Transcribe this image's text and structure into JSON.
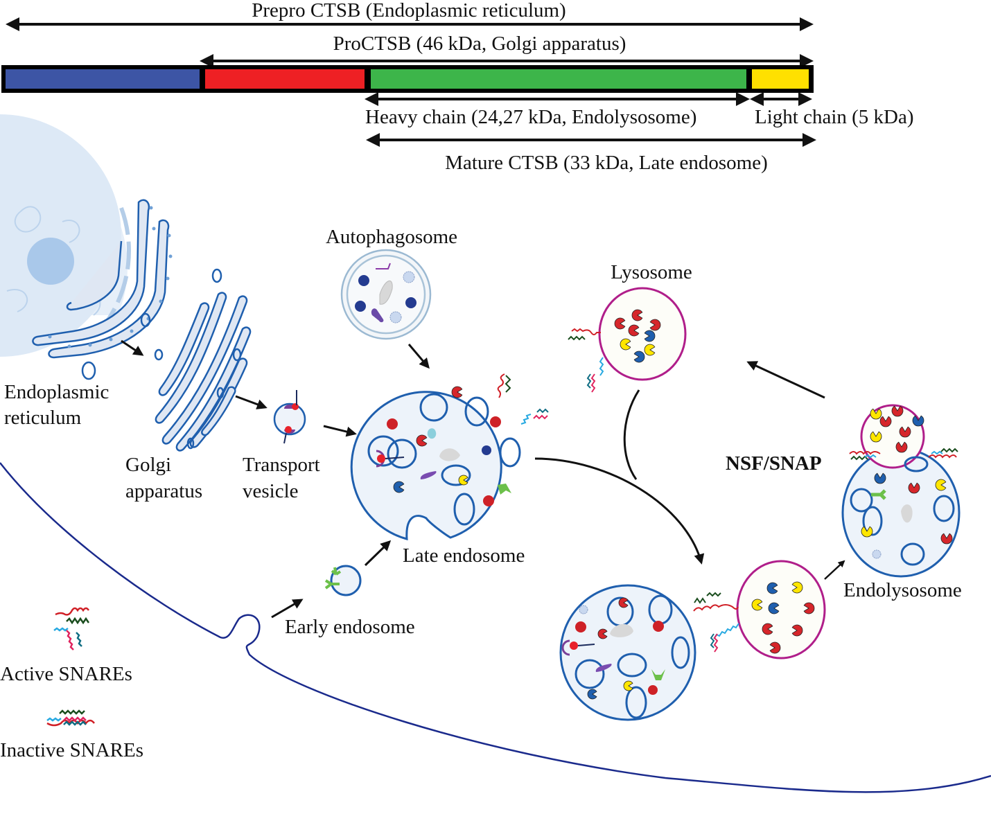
{
  "domain_structure": {
    "title_bar_labels": {
      "prepro": "Prepro CTSB (Endoplasmic reticulum)",
      "procsb": "ProCTSB (46 kDa, Golgi apparatus)",
      "heavy": "Heavy chain (24,27 kDa, Endolysosome)",
      "light": "Light chain (5 kDa)",
      "mature": "Mature CTSB (33 kDa, Late endosome)"
    },
    "segments": [
      {
        "name": "signal-peptide",
        "color": "#3d55a5"
      },
      {
        "name": "propeptide",
        "color": "#ee2024"
      },
      {
        "name": "heavy-chain",
        "color": "#3db54a"
      },
      {
        "name": "light-chain",
        "color": "#ffe000"
      }
    ]
  },
  "labels": {
    "er": [
      "Endoplasmic",
      "reticulum"
    ],
    "golgi": [
      "Golgi",
      "apparatus"
    ],
    "transport": [
      "Transport",
      "vesicle"
    ],
    "autophagosome": "Autophagosome",
    "late_endosome": "Late endosome",
    "early_endosome": "Early endosome",
    "lysosome": "Lysosome",
    "nsf": "NSF/SNAP",
    "endolysosome": "Endolysosome",
    "active": "Active SNAREs",
    "inactive": "Inactive SNAREs"
  },
  "colors": {
    "membrane": "#1f5fae",
    "plasma": "#1a2a8c",
    "lumen": "#edf3fa",
    "lyso": "#b01e8a",
    "lysoFill": "#fdfdf8",
    "enzRed": "#d6262b",
    "enzBlue": "#1f5fae",
    "enzYellow": "#ffe600",
    "snareRed": "#d01f26",
    "snareGreen": "#1a4d1e",
    "snareCyan": "#27a9e1",
    "snarePink": "#e0245e",
    "snareTeal": "#0f6d83"
  }
}
